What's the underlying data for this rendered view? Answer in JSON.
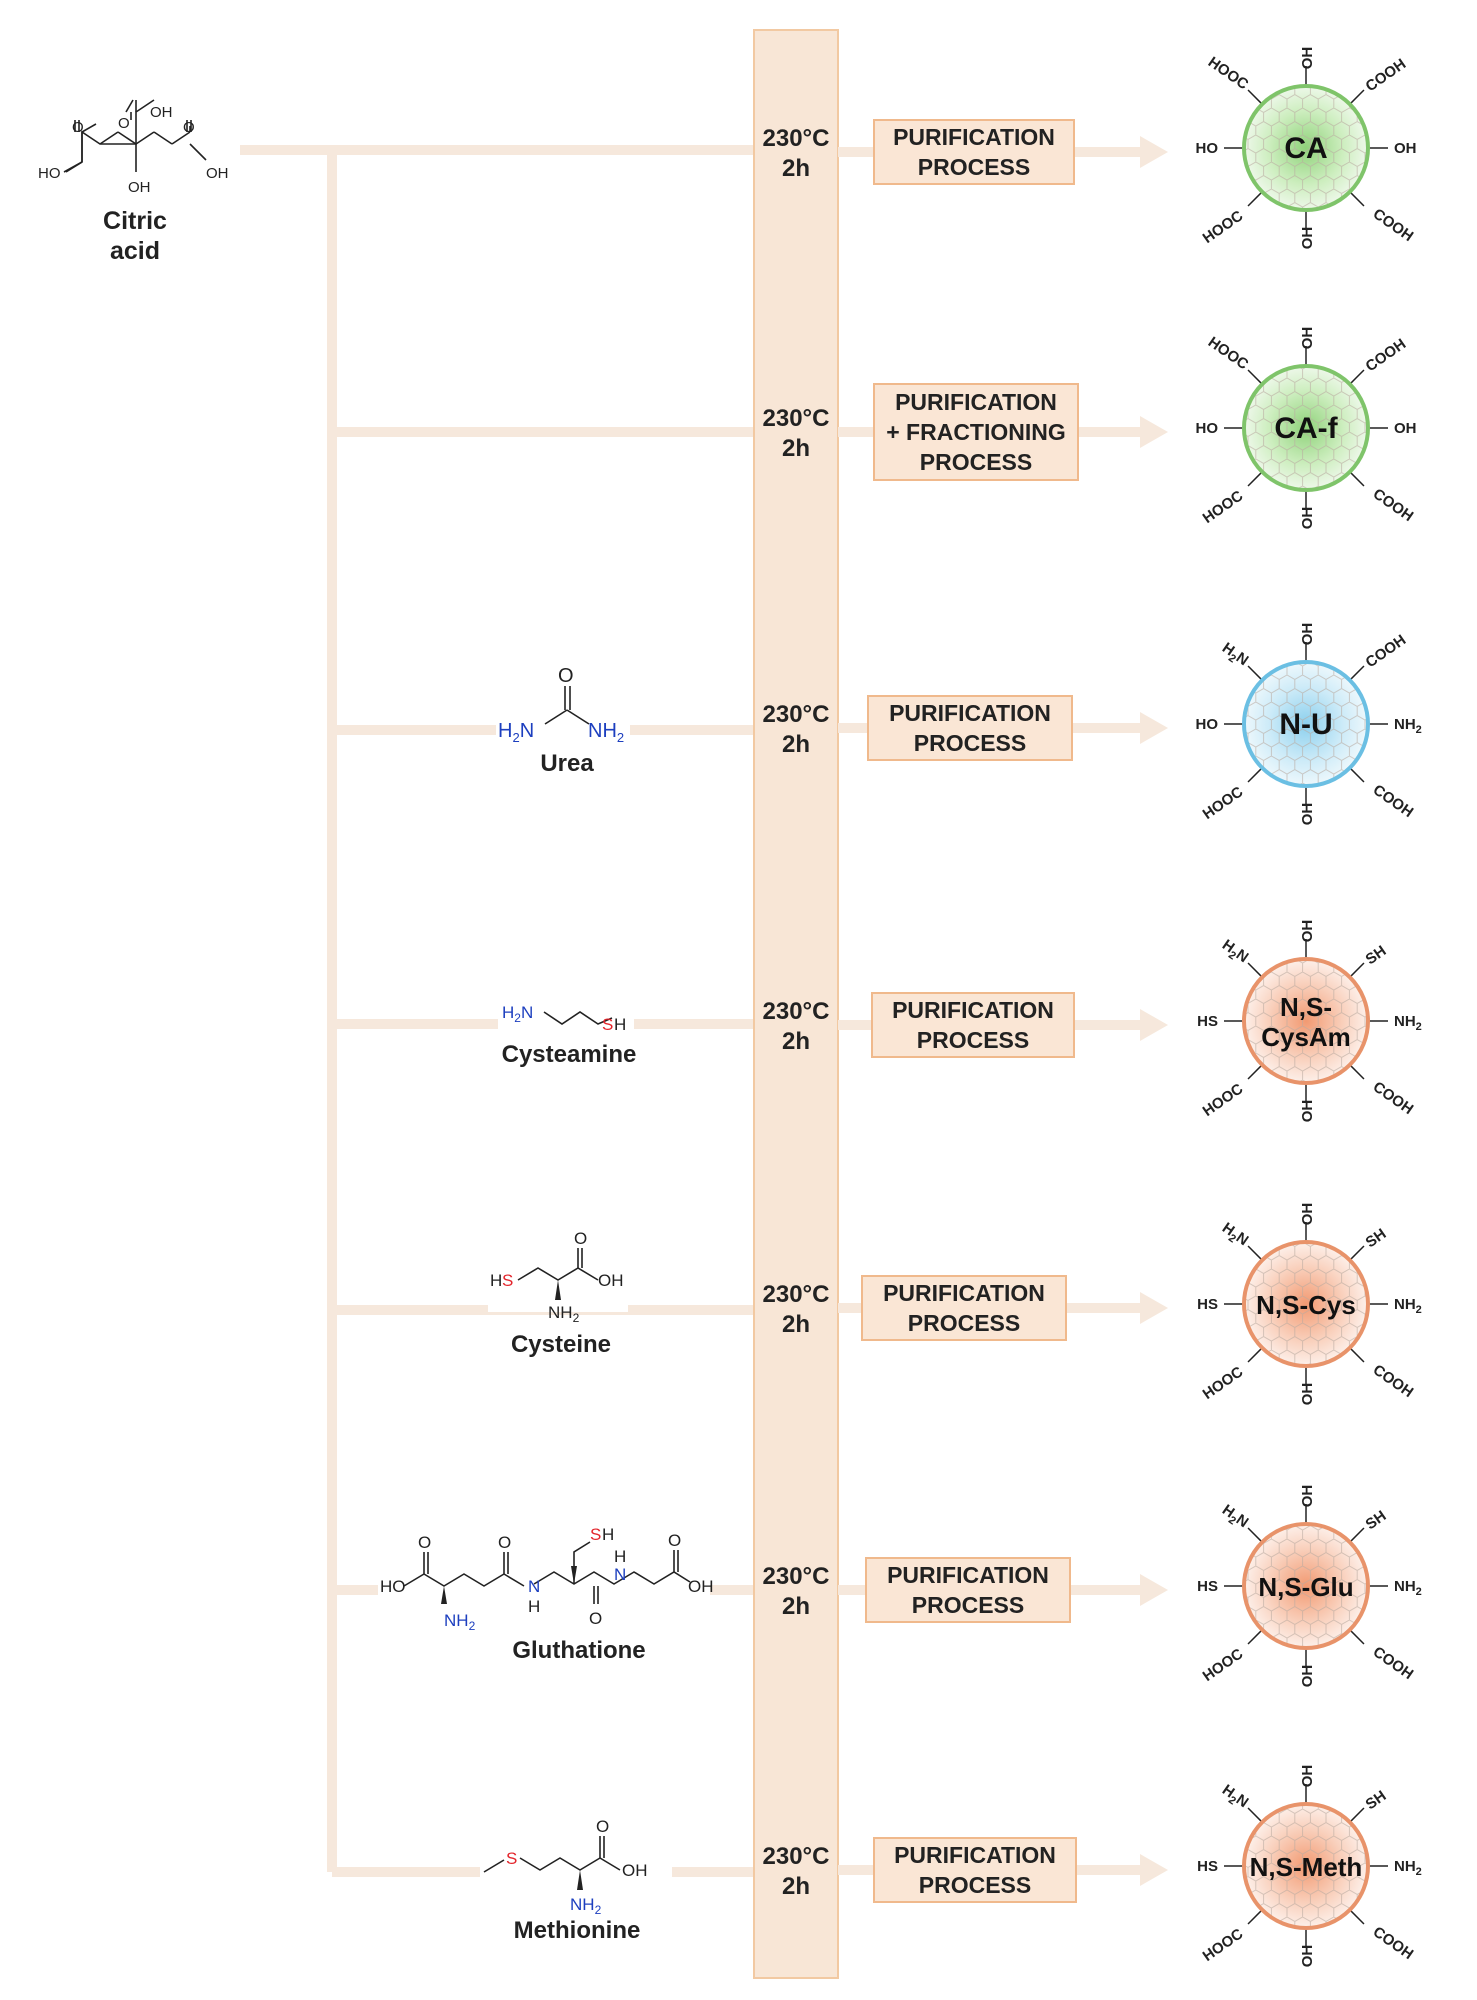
{
  "colors": {
    "pipe": "#f6e8dc",
    "column_fill": "#f8e6d6",
    "column_stroke": "#f2c9a2",
    "box_fill": "#fae6d5",
    "box_stroke": "#f0b98c",
    "green": "#8fcb7a",
    "green_light": "#c8ecb9",
    "blue": "#6bbfe3",
    "blue_light": "#c3e6f6",
    "orange": "#e8936a",
    "orange_light": "#f6b89a",
    "nitrogen": "#1d3fbf",
    "sulfur": "#e3242b"
  },
  "precursor": {
    "name_line1": "Citric",
    "name_line2": "acid"
  },
  "dopants": [
    {
      "name": "Urea",
      "structure": "urea"
    },
    {
      "name": "Cysteamine",
      "structure": "cysteamine"
    },
    {
      "name": "Cysteine",
      "structure": "cysteine"
    },
    {
      "name": "Gluthatione",
      "structure": "glutathione"
    },
    {
      "name": "Methionine",
      "structure": "methionine"
    }
  ],
  "rows": [
    {
      "temp": "230°C",
      "time": "2h",
      "process": [
        "PURIFICATION",
        "PROCESS"
      ],
      "dot": {
        "label": [
          "CA"
        ],
        "color": "green",
        "groups": [
          "OH",
          "COOH",
          "OH",
          "COOH",
          "OH",
          "HOOC",
          "HO",
          "HOOC"
        ]
      }
    },
    {
      "temp": "230°C",
      "time": "2h",
      "process": [
        "PURIFICATION",
        "+ FRACTIONING",
        "PROCESS"
      ],
      "dot": {
        "label": [
          "CA-f"
        ],
        "color": "green",
        "groups": [
          "OH",
          "COOH",
          "OH",
          "COOH",
          "OH",
          "HOOC",
          "HO",
          "HOOC"
        ]
      }
    },
    {
      "temp": "230°C",
      "time": "2h",
      "process": [
        "PURIFICATION",
        "PROCESS"
      ],
      "dot": {
        "label": [
          "N-U"
        ],
        "color": "blue",
        "groups": [
          "OH",
          "COOH",
          "NH2",
          "COOH",
          "OH",
          "HOOC",
          "HO",
          "H2N"
        ]
      }
    },
    {
      "temp": "230°C",
      "time": "2h",
      "process": [
        "PURIFICATION",
        "PROCESS"
      ],
      "dot": {
        "label": [
          "N,S-",
          "CysAm"
        ],
        "color": "orange",
        "groups": [
          "OH",
          "SH",
          "NH2",
          "COOH",
          "OH",
          "HOOC",
          "HS",
          "H2N"
        ]
      }
    },
    {
      "temp": "230°C",
      "time": "2h",
      "process": [
        "PURIFICATION",
        "PROCESS"
      ],
      "dot": {
        "label": [
          "N,S-Cys"
        ],
        "color": "orange",
        "groups": [
          "OH",
          "SH",
          "NH2",
          "COOH",
          "OH",
          "HOOC",
          "HS",
          "H2N"
        ]
      }
    },
    {
      "temp": "230°C",
      "time": "2h",
      "process": [
        "PURIFICATION",
        "PROCESS"
      ],
      "dot": {
        "label": [
          "N,S-Glu"
        ],
        "color": "orange",
        "groups": [
          "OH",
          "SH",
          "NH2",
          "COOH",
          "OH",
          "HOOC",
          "HS",
          "H2N"
        ]
      }
    },
    {
      "temp": "230°C",
      "time": "2h",
      "process": [
        "PURIFICATION",
        "PROCESS"
      ],
      "dot": {
        "label": [
          "N,S-Meth"
        ],
        "color": "orange",
        "groups": [
          "OH",
          "SH",
          "NH2",
          "COOH",
          "OH",
          "HOOC",
          "HS",
          "H2N"
        ]
      }
    }
  ]
}
